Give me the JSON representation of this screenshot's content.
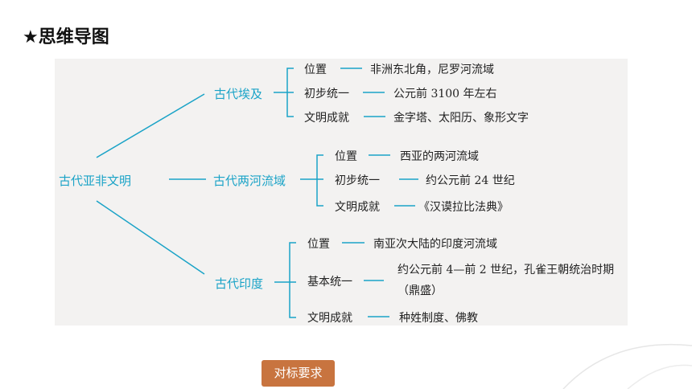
{
  "title": "★思维导图",
  "root": "古代亚非文明",
  "branches": [
    {
      "name": "古代埃及",
      "items": [
        {
          "label": "位置",
          "value": "非洲东北角，尼罗河流域"
        },
        {
          "label": "初步统一",
          "value": "公元前 3100 年左右"
        },
        {
          "label": "文明成就",
          "value": "金字塔、太阳历、象形文字"
        }
      ]
    },
    {
      "name": "古代两河流域",
      "items": [
        {
          "label": "位置",
          "value": "西亚的两河流域"
        },
        {
          "label": "初步统一",
          "value": "约公元前 24 世纪"
        },
        {
          "label": "文明成就",
          "value": "《汉谟拉比法典》"
        }
      ]
    },
    {
      "name": "古代印度",
      "items": [
        {
          "label": "位置",
          "value": "南亚次大陆的印度河流域"
        },
        {
          "label": "基本统一",
          "value": "约公元前 4—前 2 世纪，孔雀王朝统治时期（鼎盛）"
        },
        {
          "label": "文明成就",
          "value": "种姓制度、佛教"
        }
      ]
    }
  ],
  "button": "对标要求",
  "colors": {
    "accent": "#1aa3c7",
    "button": "#c8743f",
    "panel": "#f3f2f1"
  }
}
